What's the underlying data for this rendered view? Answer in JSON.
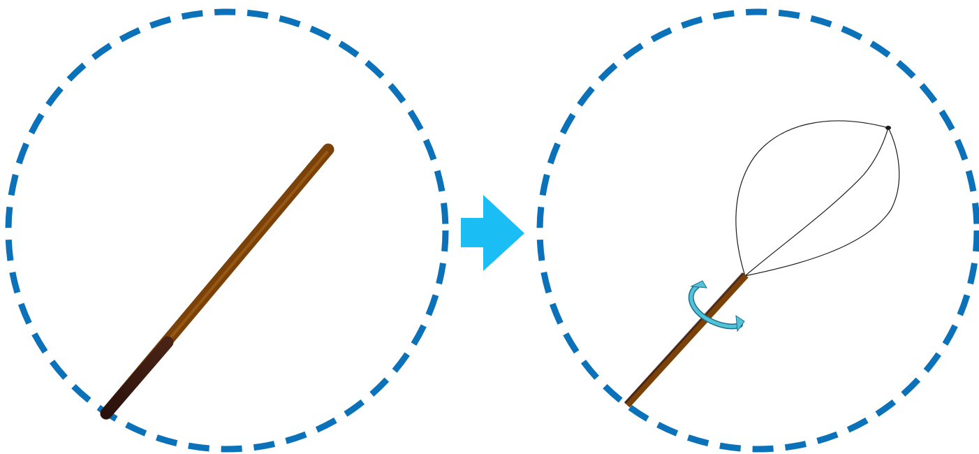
{
  "panels": [
    {
      "name": "collapsed-catheter-panel",
      "content": "straight-catheter"
    },
    {
      "name": "deployed-basket-panel",
      "content": "expanded-wire-basket"
    }
  ],
  "colors": {
    "circle_border": "#0B71B8",
    "arrow": "#1BBDF5",
    "catheter_main": "#7A4208",
    "catheter_tip_dark": "#3A1A12",
    "catheter_highlight": "#B06A1C",
    "basket_wire": "#1A1A1A",
    "rotation_band": "#52C2D9",
    "rotation_band_edge": "#1E6F8A"
  },
  "icons": {
    "transition_arrow": "right-arrow-icon",
    "rotation_indicator": "rotation-arrow-icon"
  }
}
